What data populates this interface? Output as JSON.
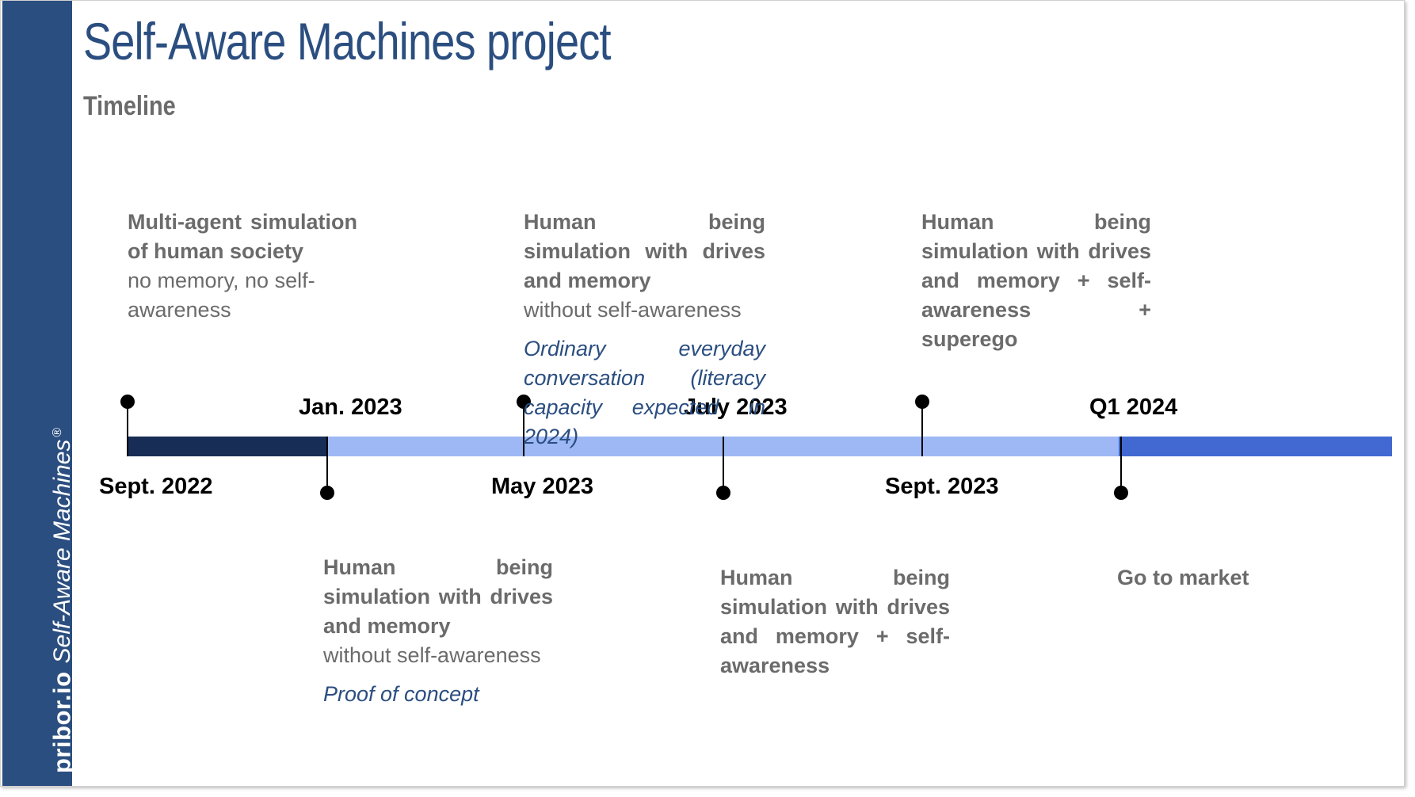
{
  "sidebar": {
    "brand": "pribor.io",
    "product": "Self-Aware Machines",
    "mark": "®"
  },
  "title": "Self-Aware Machines project",
  "subtitle": "Timeline",
  "colors": {
    "sidebar": "#2b4e80",
    "segment_past": "#172d55",
    "segment_current": "#9db8f4",
    "segment_future": "#4169d1",
    "heading_text": "#6b6b6b",
    "note_text": "#2b4e80"
  },
  "milestones": [
    {
      "date": "Sept. 2022",
      "position": "above",
      "heading": "Multi-agent simulation of human society",
      "sub": "no memory, no self-awareness",
      "note": ""
    },
    {
      "date": "Jan. 2023",
      "position": "below",
      "heading": "Human being simulation with drives and memory",
      "sub": "without self-awareness",
      "note": "Proof of concept"
    },
    {
      "date": "May 2023",
      "position": "above",
      "heading": "Human being simulation with drives and memory",
      "sub": "without self-awareness",
      "note": "Ordinary everyday conversation (literacy capacity expected in 2024)"
    },
    {
      "date": "July 2023",
      "position": "below",
      "heading": "Human being simulation with drives and memory + self-awareness",
      "sub": "",
      "note": ""
    },
    {
      "date": "Sept. 2023",
      "position": "above",
      "heading": "Human being simulation with drives and memory + self-awareness + superego",
      "sub": "",
      "note": ""
    },
    {
      "date": "Q1 2024",
      "position": "below",
      "heading": "Go to market",
      "sub": "",
      "note": ""
    }
  ]
}
